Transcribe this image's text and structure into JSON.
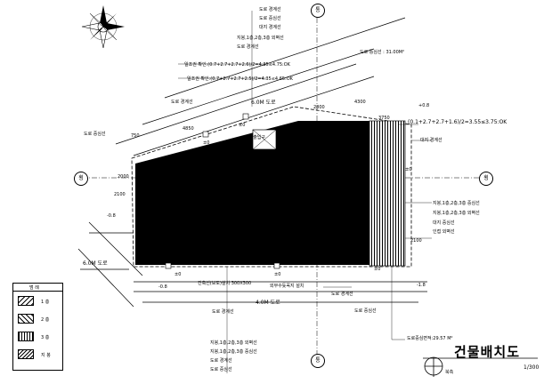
{
  "title": "건물배치도",
  "scale": "1/300",
  "north_label": "북측",
  "road_6m_top": "6.0M 도로",
  "road_6m_left": "6.0M 도로",
  "road_4m": "4.0M 도로",
  "area_note": "도로 중심선 : 31.00M²",
  "setback_formulas": [
    "일조권 확인:(0.7+2.7+2.7+2.6)/2=4.35≤4.75:OK",
    "일조권 확인:(0.7+2.7+2.7+2.5)/2=4.35≤4.65:OK",
    "(0.1+2.7+2.7+1.6)/2=3.55≤3.75:OK"
  ],
  "dims": {
    "d750": "750",
    "d4850": "4850",
    "d2800": "2800",
    "d4300": "4300",
    "d3750": "3750",
    "d2000": "2000",
    "d2100a": "2100",
    "d2100b": "2100",
    "neg08a": "-0.8",
    "neg08b": "-0.8",
    "pos08": "+0.8",
    "neg18": "-1.8",
    "pm0": [
      "±0",
      "±0",
      "±0",
      "±0",
      "±0",
      "±0",
      "±0"
    ]
  },
  "labels_top": [
    "도로 경계선",
    "도로 중심선",
    "대지 경계선",
    "지붕,1층,2층,3층 외벽선",
    "도로 경계선"
  ],
  "labels_right": [
    "지붕,1층,2층,3층 중심선",
    "지붕,1층,2층,3층 외벽선",
    "대지 중심선",
    "인접 외벽선",
    "대지 경계선"
  ],
  "labels_bottom": [
    "지붕,1층,2층,3층 외벽선",
    "지붕,1층,2층,3층 중심선",
    "도로 경계선",
    "도로 중심선",
    "도로 경계선"
  ],
  "labels_misc": {
    "site_left": "도로 중심선",
    "site_top_left": "도로 경계선",
    "parking_entry": "주 출입구",
    "bottom_note": "외부수돗꼭지 설치",
    "bottom_boundary": "건축선(보도)설치 300X300",
    "road_center_right": "도로 중심선",
    "road_boundary_bottom": "도로 경계선",
    "plan_area": "도로중심면적:29.57 M²"
  },
  "axis_marks": [
    "통",
    "통",
    "횡",
    "횡"
  ],
  "legend": {
    "header": "범 례",
    "items": [
      {
        "label": "1 층",
        "pattern": "hatch-135"
      },
      {
        "label": "2 층",
        "pattern": "hatch-45"
      },
      {
        "label": "3 층",
        "pattern": "vertical-lines"
      },
      {
        "label": "지 붕",
        "pattern": "cross-hatch"
      }
    ]
  }
}
